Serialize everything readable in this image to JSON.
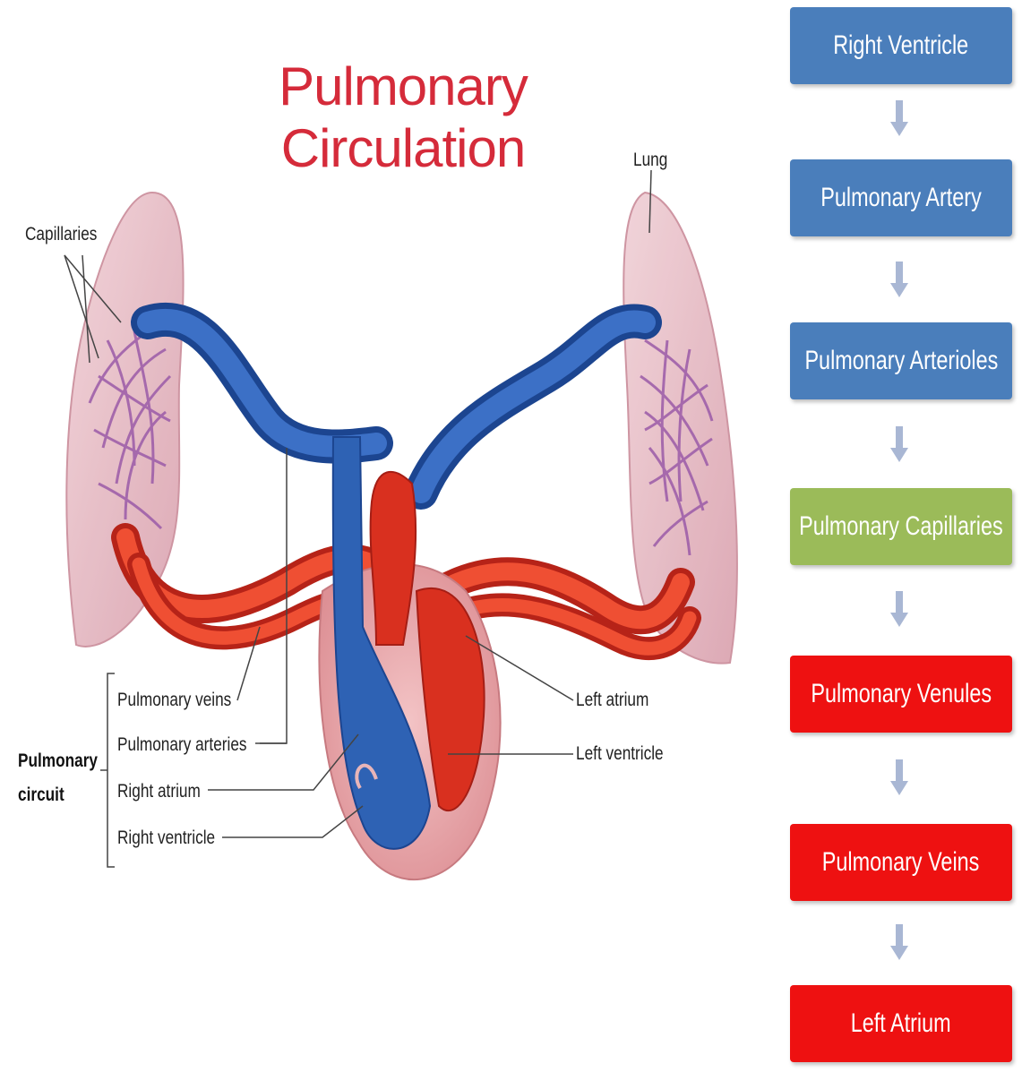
{
  "title": "Pulmonary Circulation",
  "labels": {
    "capillaries": "Capillaries",
    "lung": "Lung",
    "pulmonary_veins": "Pulmonary veins",
    "pulmonary_arteries": "Pulmonary arteries",
    "right_atrium": "Right atrium",
    "right_ventricle": "Right ventricle",
    "left_atrium": "Left atrium",
    "left_ventricle": "Left ventricle",
    "pulmonary_circuit_line1": "Pulmonary",
    "pulmonary_circuit_line2": "circuit"
  },
  "flow": [
    {
      "label": "Right Ventricle",
      "color": "#4a7ebb"
    },
    {
      "label": "Pulmonary Artery",
      "color": "#4a7ebb"
    },
    {
      "label": "Pulmonary Arterioles",
      "color": "#4a7ebb"
    },
    {
      "label": "Pulmonary Capillaries",
      "color": "#9bbb59"
    },
    {
      "label": "Pulmonary Venules",
      "color": "#ee1111"
    },
    {
      "label": "Pulmonary Veins",
      "color": "#ee1111"
    },
    {
      "label": "Left Atrium",
      "color": "#ee1111"
    }
  ],
  "colors": {
    "title": "#d52b3a",
    "deoxygenated": "#2f5fae",
    "oxygenated": "#d9301f",
    "lung": "#e7bcc4",
    "arrow": "#a9b7d4"
  }
}
